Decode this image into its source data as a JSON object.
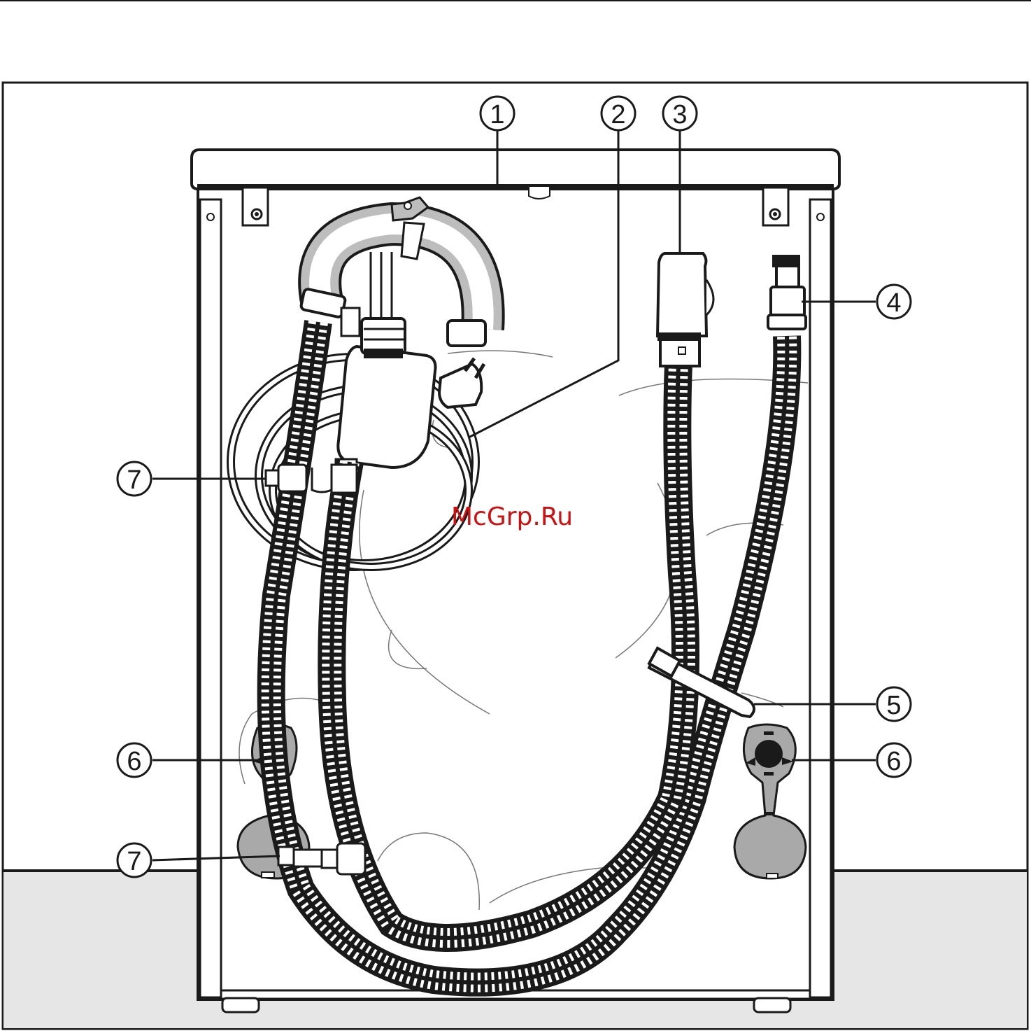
{
  "watermark": "McGrp.Ru",
  "callouts": [
    {
      "id": "c1",
      "label": "1"
    },
    {
      "id": "c2",
      "label": "2"
    },
    {
      "id": "c3",
      "label": "3"
    },
    {
      "id": "c4",
      "label": "4"
    },
    {
      "id": "c5",
      "label": "5"
    },
    {
      "id": "c6a",
      "label": "6"
    },
    {
      "id": "c6b",
      "label": "6"
    },
    {
      "id": "c7a",
      "label": "7"
    },
    {
      "id": "c7b",
      "label": "7"
    }
  ],
  "colors": {
    "outline": "#1a1a1a",
    "floor": "#e6e6e6",
    "cap": "#a9a9a9",
    "hose": "#ffffff",
    "watermark": "#d01010"
  }
}
